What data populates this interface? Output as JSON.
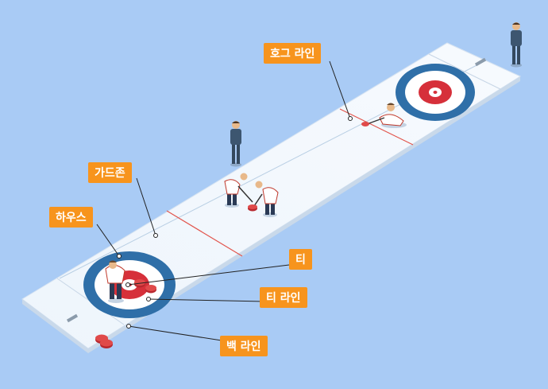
{
  "labels": {
    "hog_line": "호그 라인",
    "guard_zone": "가드존",
    "house": "하우스",
    "tee": "티",
    "tee_line": "티 라인",
    "back_line": "백 라인"
  },
  "colors": {
    "background": "#a9cbf5",
    "label_bg": "#f7941d",
    "label_text": "#ffffff",
    "ice": "#f2f7fc",
    "ring_blue": "#2f6fa8",
    "ring_red": "#d6303a",
    "line_red": "#e2554d",
    "leader": "#222222"
  }
}
